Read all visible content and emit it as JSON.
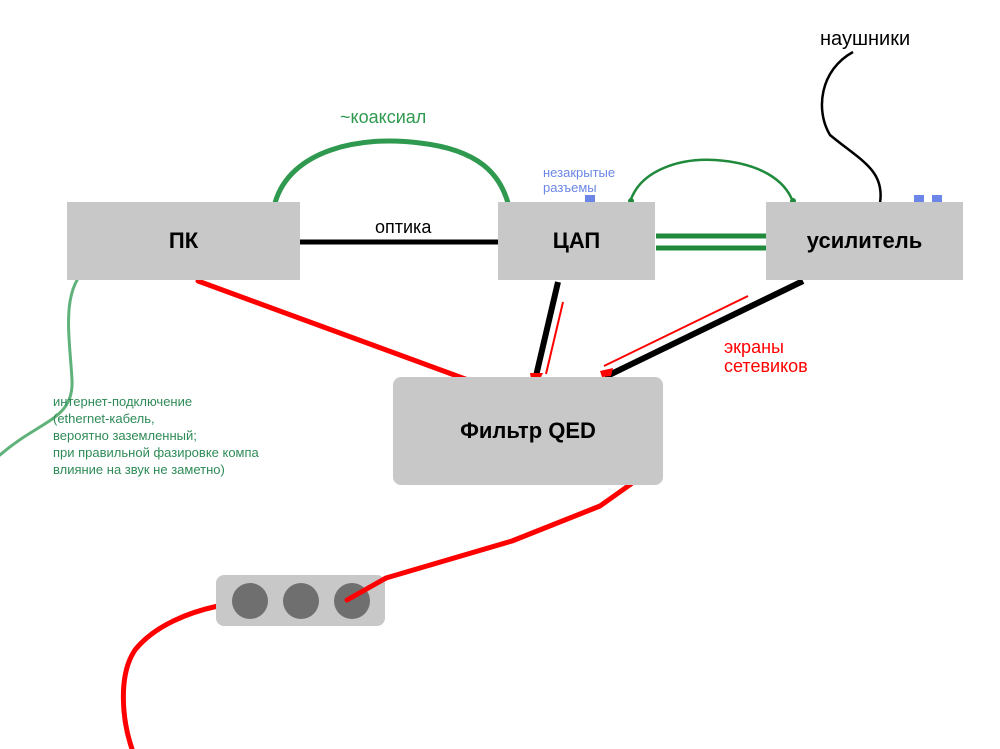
{
  "nodes": {
    "pc": "ПК",
    "dac": "ЦАП",
    "amp": "усилитель",
    "filter": "Фильтр QED"
  },
  "labels": {
    "coax": "~коаксиал",
    "optical": "оптика",
    "headphones": "наушники",
    "open_ports": "незакрытые\nразъемы",
    "shields": "экраны\nсетевиков",
    "internet": "интернет-подключение\n(ethernet-кабель,\nвероятно заземленный;\nпри правильной фазировке компа\nвлияние на звук не заметно)"
  },
  "power_strip": {
    "sockets": 3
  },
  "colors": {
    "box": "#c8c8c8",
    "socket": "#6f6f6f",
    "power_cable": "#ff0000",
    "signal_cable": "#000000",
    "coax_cable": "#2f9a4f",
    "internet_cable": "#5fb37a",
    "port_marker": "#6b86e6",
    "coax_label": "#2f9a4f",
    "internet_label": "#2e8b57",
    "ports_label": "#6b86e6",
    "shields_label": "#ff0000"
  }
}
